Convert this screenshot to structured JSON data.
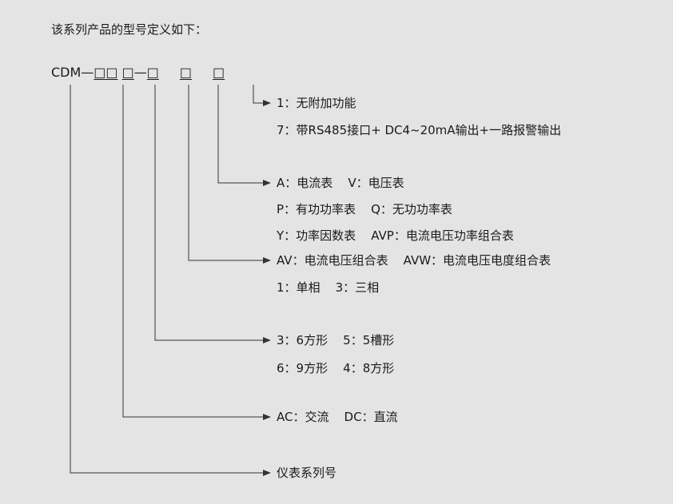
{
  "title": "该系列产品的型号定义如下：",
  "code": {
    "prefix": "CDM—",
    "slot1": "□□",
    "space": " ",
    "slot2": "□",
    "dash": "—",
    "slot3": "□",
    "slot4": "□",
    "slot5": "□"
  },
  "labels": [
    "1：无附加功能",
    "7：带RS485接口+ DC4~20mA输出+一路报警输出",
    "A：电流表    V：电压表",
    "P：有功功率表    Q：无功功率表",
    "Y：功率因数表    AVP：电流电压功率组合表",
    "AV：电流电压组合表    AVW：电流电压电度组合表",
    "1：单相    3：三相",
    "3：6方形    5：5槽形",
    "6：9方形    4：8方形",
    "AC：交流    DC：直流",
    "仪表系列号"
  ],
  "colors": {
    "background": "#e4e4e4",
    "line": "#333333",
    "text": "#1a1a1a"
  }
}
